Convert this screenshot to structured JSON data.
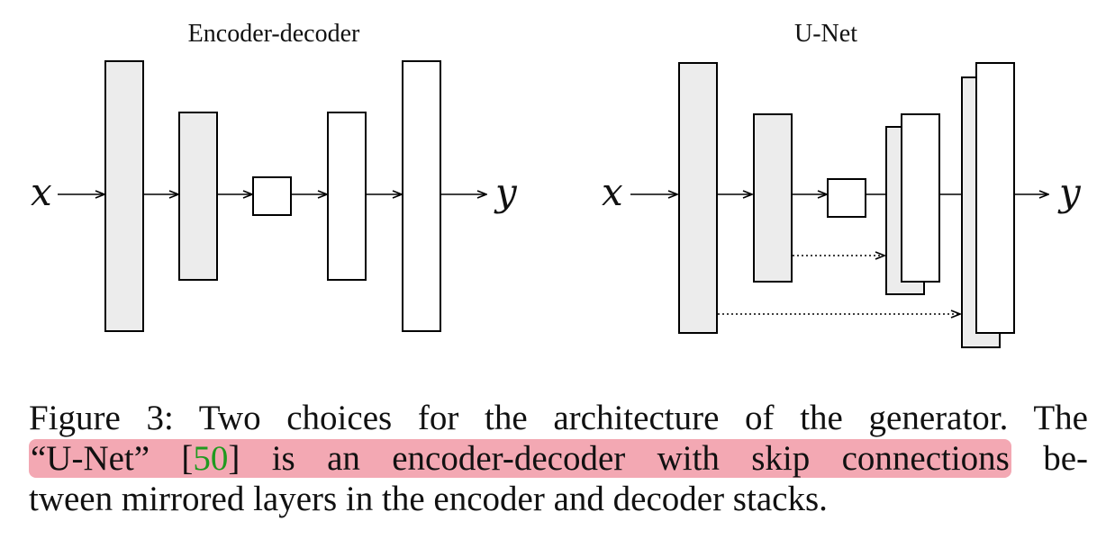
{
  "figure": {
    "left_panel": {
      "title": "Encoder-decoder",
      "input_label": "x",
      "output_label": "y"
    },
    "right_panel": {
      "title": "U-Net",
      "input_label": "x",
      "output_label": "y"
    }
  },
  "caption": {
    "line1": "Figure 3: Two choices for the architecture of the generator. The",
    "line2_highlight_pre": "“U-Net” [",
    "line2_ref": "50",
    "line2_highlight_post": "] is an encoder-decoder with skip connections",
    "line2_tail": " be-",
    "line3": "tween mirrored layers in the encoder and decoder stacks."
  },
  "colors": {
    "block_fill": "#ececec",
    "highlight": "#f3a8b3",
    "reference_link": "#1f9a1f"
  }
}
